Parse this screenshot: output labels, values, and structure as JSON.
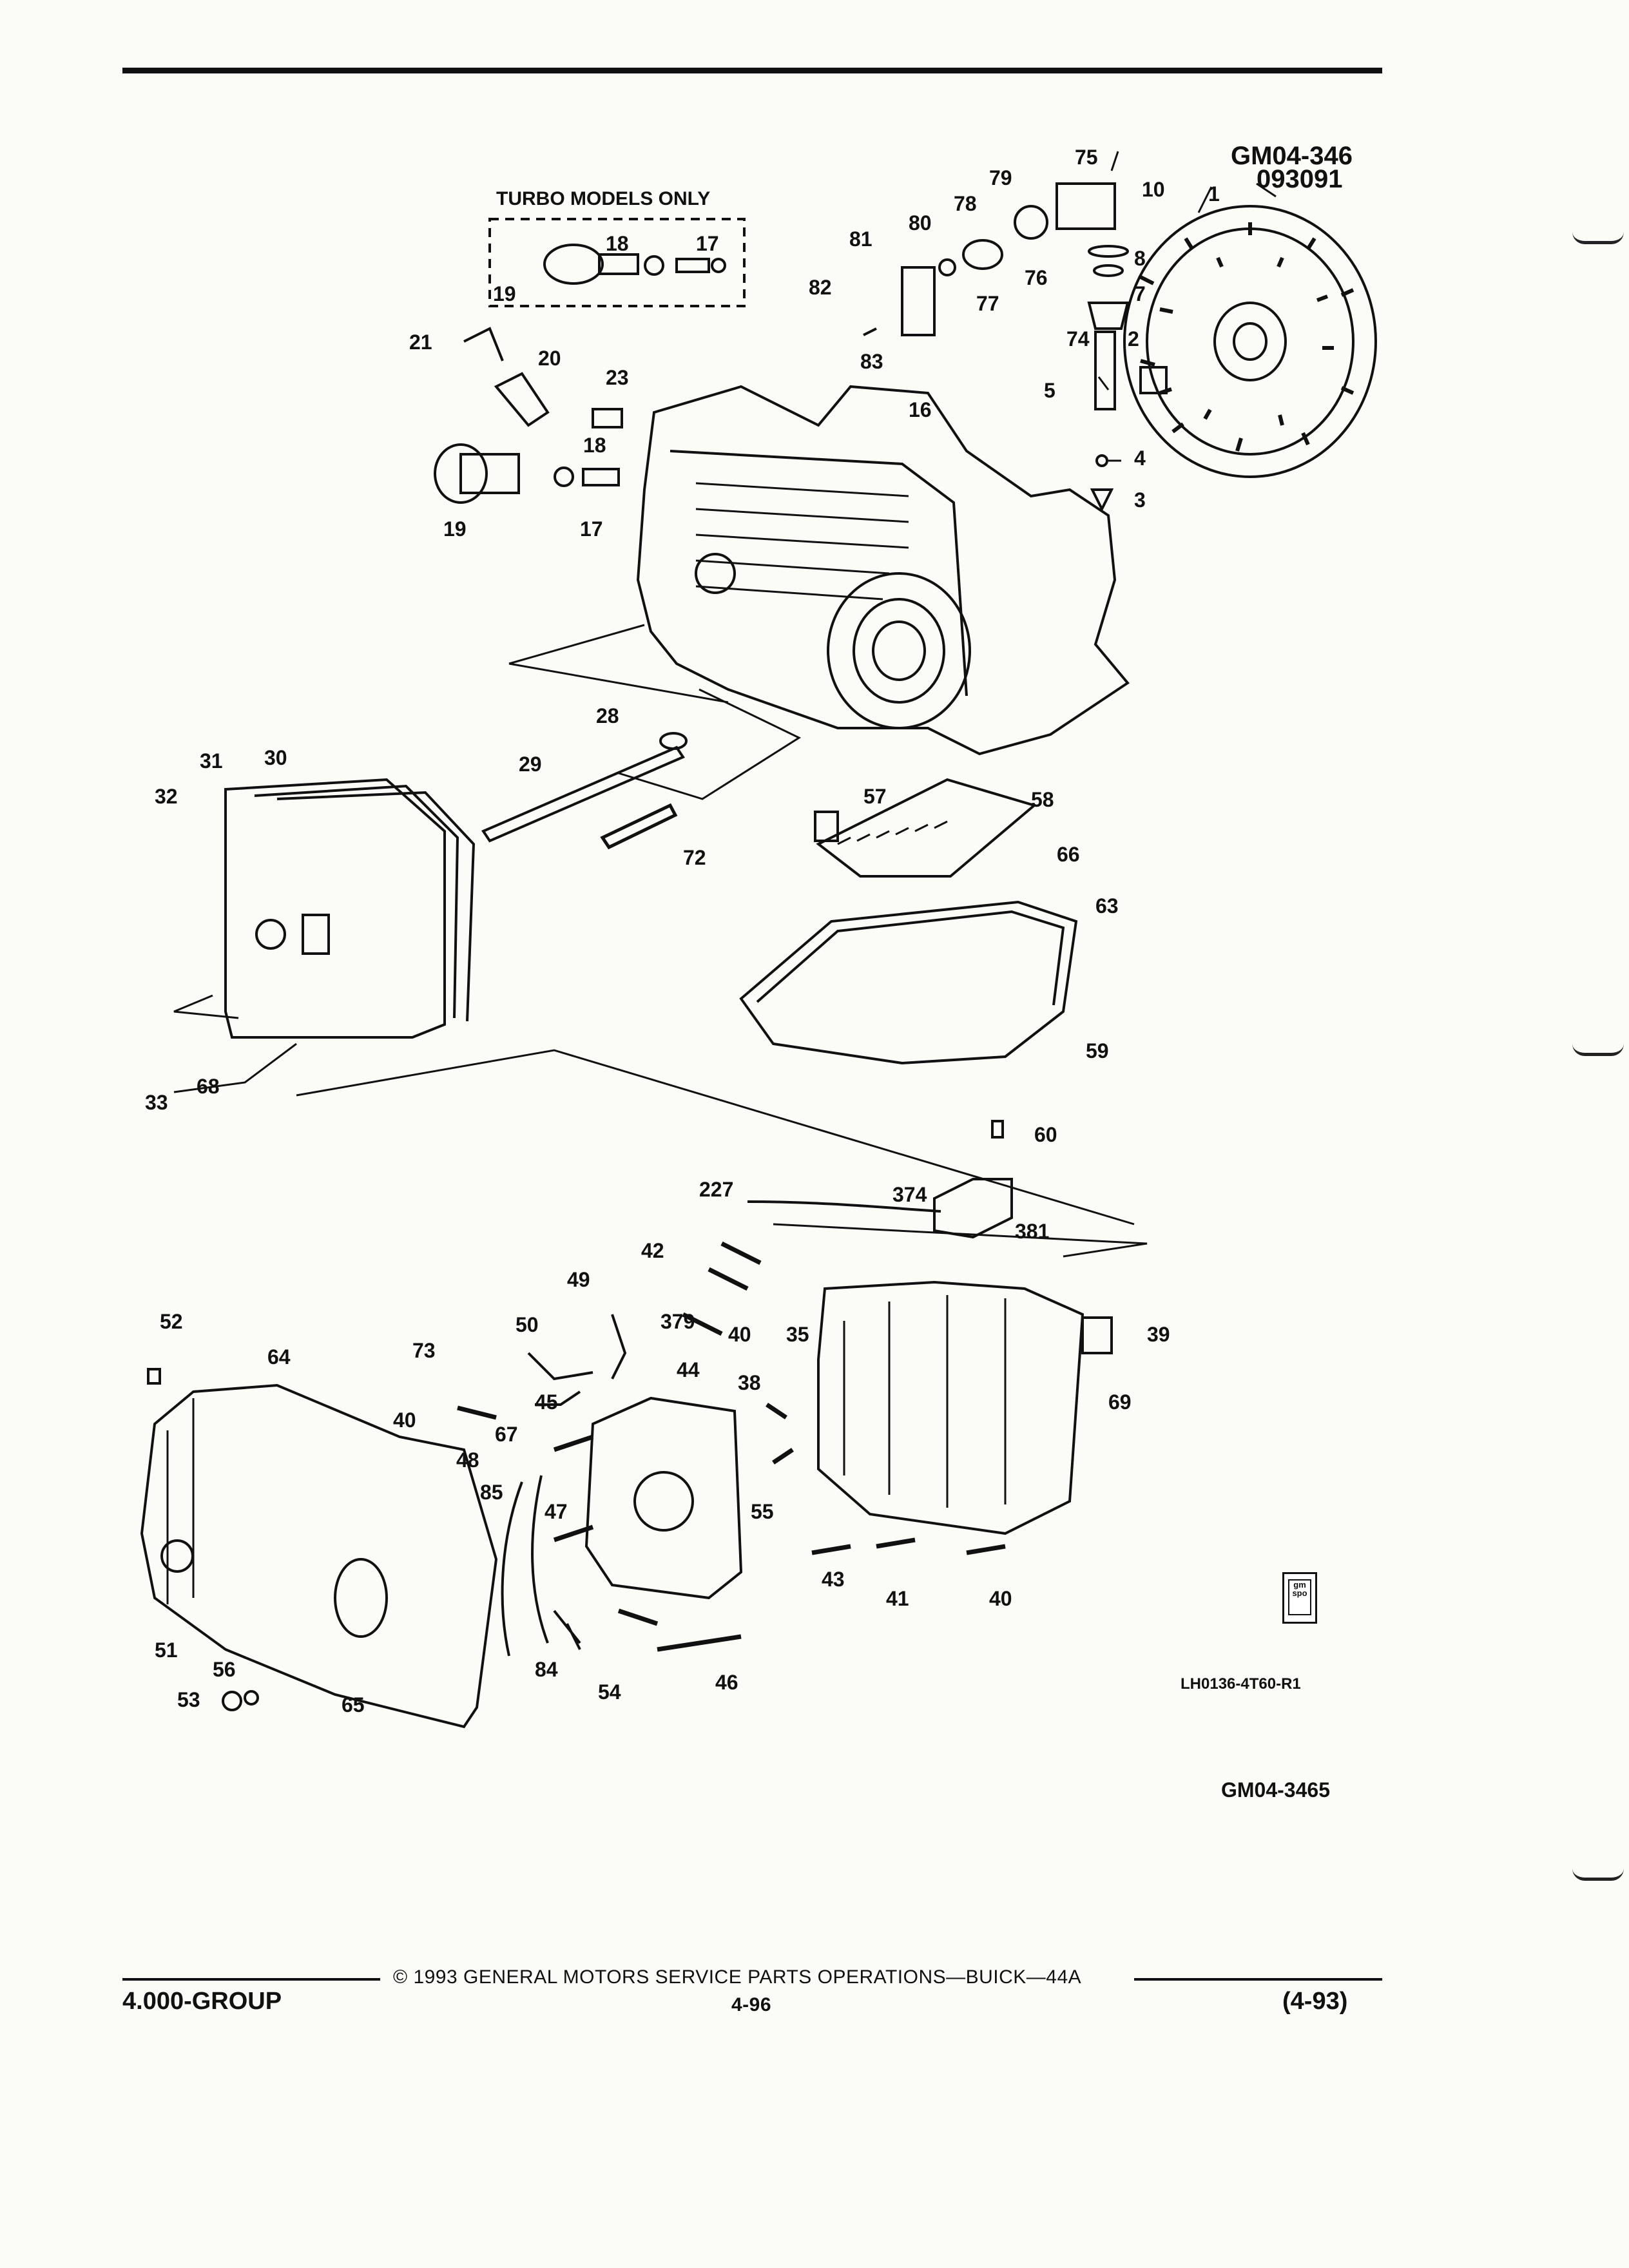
{
  "figure": {
    "code_top": "GM04-346",
    "date_code": "093091",
    "turbo_label": "TURBO MODELS ONLY",
    "illustration_ref": "LH0136-4T60-R1",
    "code_bottom": "GM04-3465"
  },
  "callouts": {
    "c1": "1",
    "c2": "2",
    "c3": "3",
    "c4": "4",
    "c5": "5",
    "c7": "7",
    "c8": "8",
    "c10": "10",
    "c16": "16",
    "c17": "17",
    "c17t": "17",
    "c18": "18",
    "c18t": "18",
    "c19": "19",
    "c19t": "19",
    "c20": "20",
    "c21": "21",
    "c23": "23",
    "c28": "28",
    "c29": "29",
    "c30": "30",
    "c31": "31",
    "c32": "32",
    "c33": "33",
    "c35": "35",
    "c38": "38",
    "c39": "39",
    "c40a": "40",
    "c40b": "40",
    "c40c": "40",
    "c41": "41",
    "c42": "42",
    "c43": "43",
    "c44": "44",
    "c45": "45",
    "c46": "46",
    "c47": "47",
    "c48": "48",
    "c49": "49",
    "c50": "50",
    "c51": "51",
    "c52": "52",
    "c53": "53",
    "c54": "54",
    "c55": "55",
    "c56": "56",
    "c57": "57",
    "c58": "58",
    "c59": "59",
    "c60": "60",
    "c63": "63",
    "c64": "64",
    "c65": "65",
    "c66": "66",
    "c67": "67",
    "c68": "68",
    "c69": "69",
    "c72": "72",
    "c73": "73",
    "c74": "74",
    "c75": "75",
    "c76": "76",
    "c77": "77",
    "c78": "78",
    "c79": "79",
    "c80": "80",
    "c81": "81",
    "c82": "82",
    "c83": "83",
    "c84": "84",
    "c85": "85",
    "c227": "227",
    "c374": "374",
    "c379": "379",
    "c381": "381"
  },
  "footer": {
    "copyright": "© 1993 GENERAL MOTORS SERVICE PARTS OPERATIONS—BUICK—44A",
    "group": "4.000-GROUP",
    "page": "4-96",
    "rev": "(4-93)"
  },
  "logo_text": "gm spo"
}
